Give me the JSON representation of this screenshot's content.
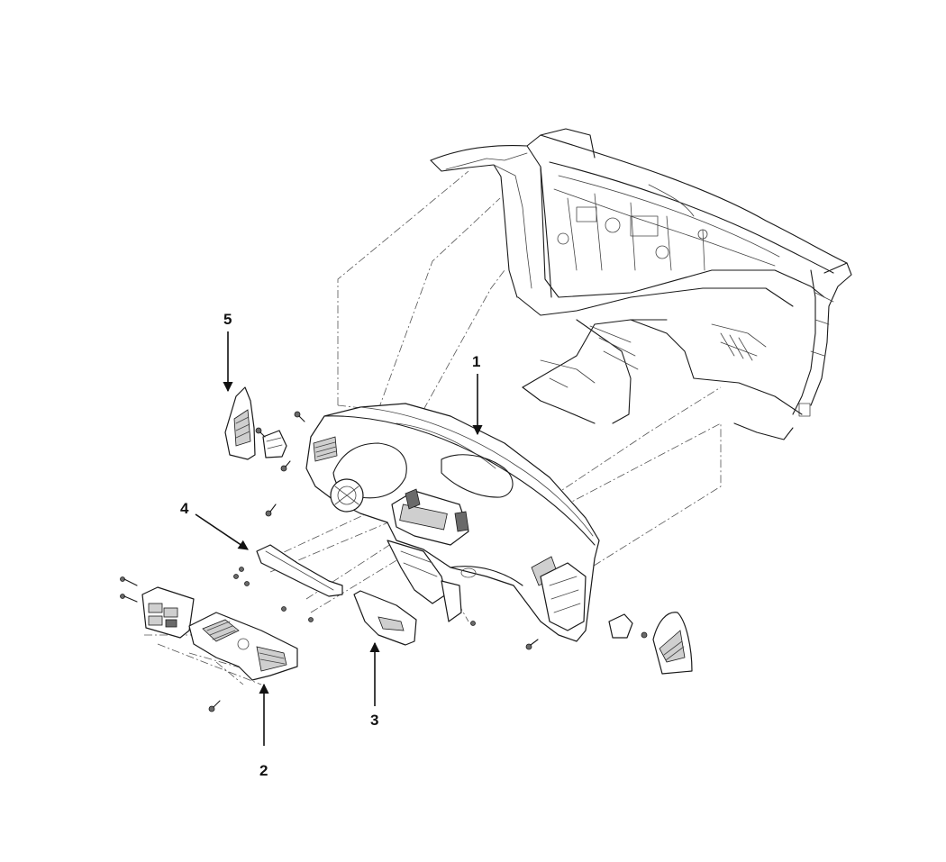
{
  "callouts": [
    {
      "id": "1",
      "label": "1"
    },
    {
      "id": "2",
      "label": "2"
    },
    {
      "id": "3",
      "label": "3"
    },
    {
      "id": "4",
      "label": "4"
    },
    {
      "id": "5",
      "label": "5"
    }
  ],
  "colors": {
    "line": "#1a1a1a",
    "background": "#ffffff",
    "shade": "#cfcfcf"
  }
}
